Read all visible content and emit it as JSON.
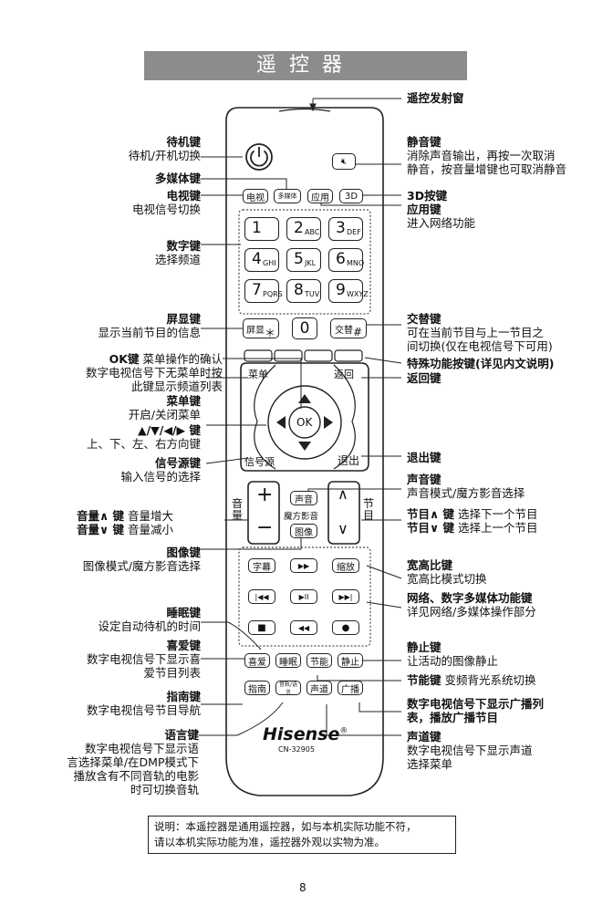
{
  "title": "遥控器",
  "page_number": "8",
  "brand": "Hisense",
  "registered_mark": "®",
  "model": "CN-32905",
  "note_lines": [
    "说明：本遥控器是通用遥控器，如与本机实际功能不符，",
    "请以本机实际功能为准，遥控器外观以实物为准。"
  ],
  "keys": {
    "tv": "电视",
    "media": "多媒体",
    "app": "应用",
    "d3": "3D",
    "num": [
      {
        "d": "1",
        "s": ""
      },
      {
        "d": "2",
        "s": "ABC"
      },
      {
        "d": "3",
        "s": "DEF"
      },
      {
        "d": "4",
        "s": "GHI"
      },
      {
        "d": "5",
        "s": "JKL"
      },
      {
        "d": "6",
        "s": "MNO"
      },
      {
        "d": "7",
        "s": "PQRS"
      },
      {
        "d": "8",
        "s": "TUV"
      },
      {
        "d": "9",
        "s": "WXYZ"
      }
    ],
    "display": "屏显",
    "display_sub": "＊",
    "zero": "0",
    "swap": "交替",
    "swap_sub": "#",
    "menu": "菜单",
    "back": "返回",
    "ok": "OK",
    "source": "信号源",
    "exit": "退出",
    "vol": "音量",
    "prog": "节目",
    "plus": "+",
    "minus": "−",
    "up": "∧",
    "down": "∨",
    "sound": "声音",
    "magic": "魔方影音",
    "picture": "图像",
    "subtitle": "字幕",
    "ff": "▶▶",
    "zoom": "缩放",
    "prev": "|◀◀",
    "playpause": "▶II",
    "next": "▶▶|",
    "stop": "■",
    "rew": "◀◀",
    "rec": "●",
    "fav": "喜爱",
    "sleep": "睡眠",
    "eco": "节能",
    "still": "静止",
    "guide": "指南",
    "lang": "音轨/语言",
    "channel": "声道",
    "radio": "广播"
  },
  "labels": {
    "window": "遥控发射窗",
    "power_t": "待机键",
    "power_d": "待机/开机切换",
    "mute_t": "静音键",
    "mute_d1": "消除声音输出，再按一次取消",
    "mute_d2": "静音，按音量增键也可取消静音",
    "media_t": "多媒体键",
    "tv_t": "电视键",
    "tv_d": "电视信号切换",
    "d3_t": "3D按键",
    "app_t": "应用键",
    "app_d": "进入网络功能",
    "num_t": "数字键",
    "num_d": "选择频道",
    "disp_t": "屏显键",
    "disp_d": "显示当前节目的信息",
    "swap_t": "交替键",
    "swap_d1": "可在当前节目与上一节目之",
    "swap_d2": "间切换(仅在电视信号下可用)",
    "special": "特殊功能按键(详见内文说明)",
    "ok_t": "OK键",
    "ok_d1": "菜单操作的确认",
    "ok_d2": "数字电视信号下无菜单时按",
    "ok_d3": "此键显示频道列表",
    "menu_t": "菜单键",
    "menu_d": "开启/关闭菜单",
    "arrow_t": "▲/▼/◀/▶ 键",
    "arrow_d": "上、下、左、右方向键",
    "back_t": "返回键",
    "src_t": "信号源键",
    "src_d": "输入信号的选择",
    "exit_t": "退出键",
    "sound_t": "声音键",
    "sound_d": "声音模式/魔方影音选择",
    "volup_t": "音量∧ 键",
    "volup_d": "音量增大",
    "voldn_t": "音量∨ 键",
    "voldn_d": "音量减小",
    "progup_t": "节目∧ 键",
    "progup_d": "选择下一个节目",
    "progdn_t": "节目∨ 键",
    "progdn_d": "选择上一个节目",
    "pic_t": "图像键",
    "pic_d": "图像模式/魔方影音选择",
    "zoom_t": "宽高比键",
    "zoom_d": "宽高比模式切换",
    "net_t": "网络、数字多媒体功能键",
    "net_d": "详见网络/多媒体操作部分",
    "sleep_t": "睡眠键",
    "sleep_d": "设定自动待机的时间",
    "fav_t": "喜爱键",
    "fav_d1": "数字电视信号下显示喜",
    "fav_d2": "爱节目列表",
    "still_t": "静止键",
    "still_d": "让活动的图像静止",
    "eco_t": "节能键",
    "eco_d": "变频背光系统切换",
    "guide_t": "指南键",
    "guide_d": "数字电视信号节目导航",
    "radio_t1": "数字电视信号下显示广播列",
    "radio_t2": "表，播放广播节目",
    "lang_t": "语言键",
    "lang_d1": "数字电视信号下显示语",
    "lang_d2": "言选择菜单/在DMP模式下",
    "lang_d3": "播放含有不同音轨的电影",
    "lang_d4": "时可切换音轨",
    "chan_t": "声道键",
    "chan_d1": "数字电视信号下显示声道",
    "chan_d2": "选择菜单"
  }
}
